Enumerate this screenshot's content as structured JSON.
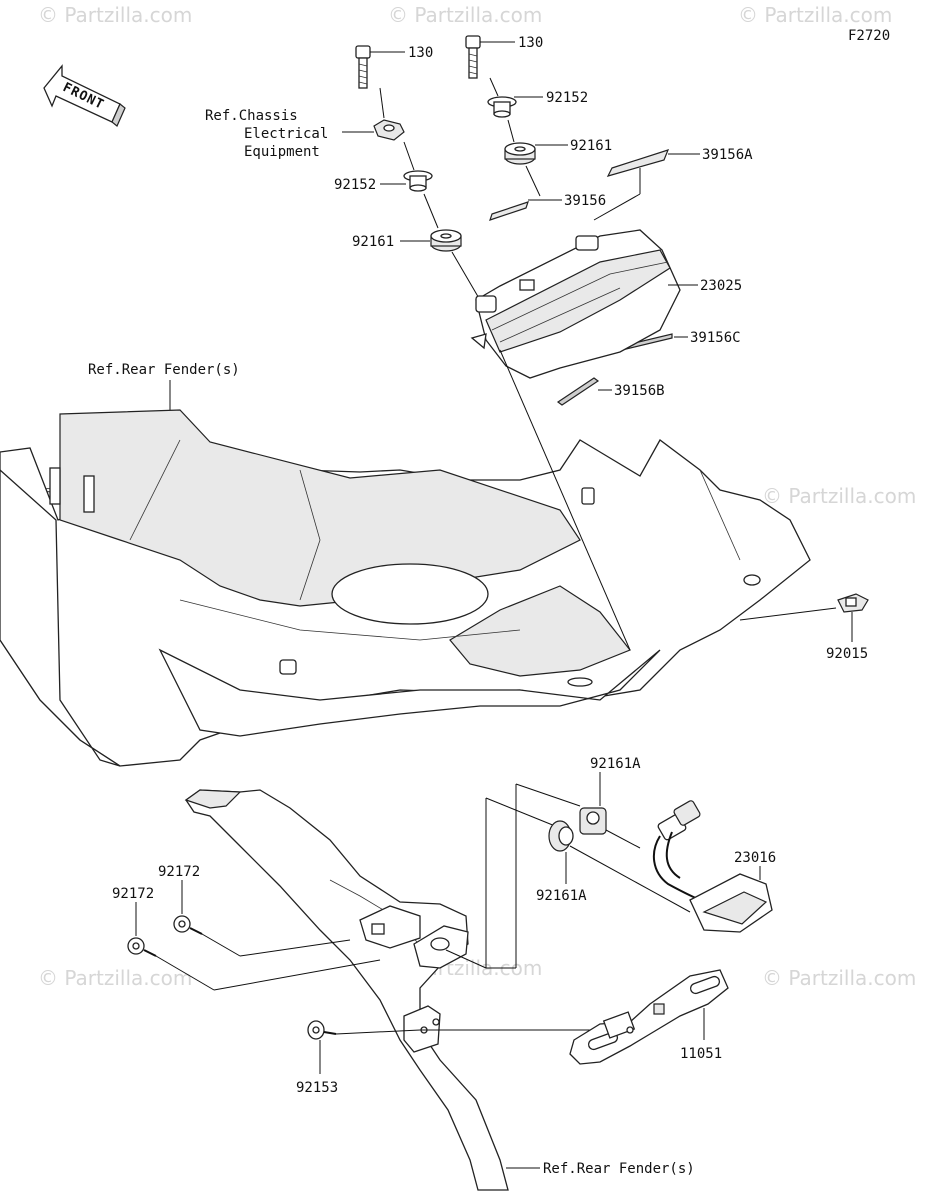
{
  "diagram": {
    "figure_code": "F2720",
    "front_label": "FRONT",
    "watermark": "Partzilla.com",
    "watermark_prefix": "©",
    "callouts": {
      "bolt_a": "130",
      "bolt_b": "130",
      "collar_a": "92152",
      "collar_b": "92152",
      "grommet_a": "92161",
      "grommet_b": "92161",
      "sticker_a": "39156A",
      "sticker": "39156",
      "sticker_c": "39156C",
      "sticker_b": "39156B",
      "tail_lamp": "23025",
      "clip": "92015",
      "grommet_c": "92161A",
      "grommet_d": "92161A",
      "license_lamp": "23016",
      "screw_a": "92172",
      "screw_b": "92172",
      "screw_c": "92153",
      "bracket": "11051"
    },
    "references": {
      "chassis_line1": "Ref.Chassis",
      "chassis_line2": "Electrical",
      "chassis_line3": "Equipment",
      "rear_fender_top": "Ref.Rear Fender(s)",
      "rear_fender_bottom": "Ref.Rear Fender(s)"
    }
  }
}
